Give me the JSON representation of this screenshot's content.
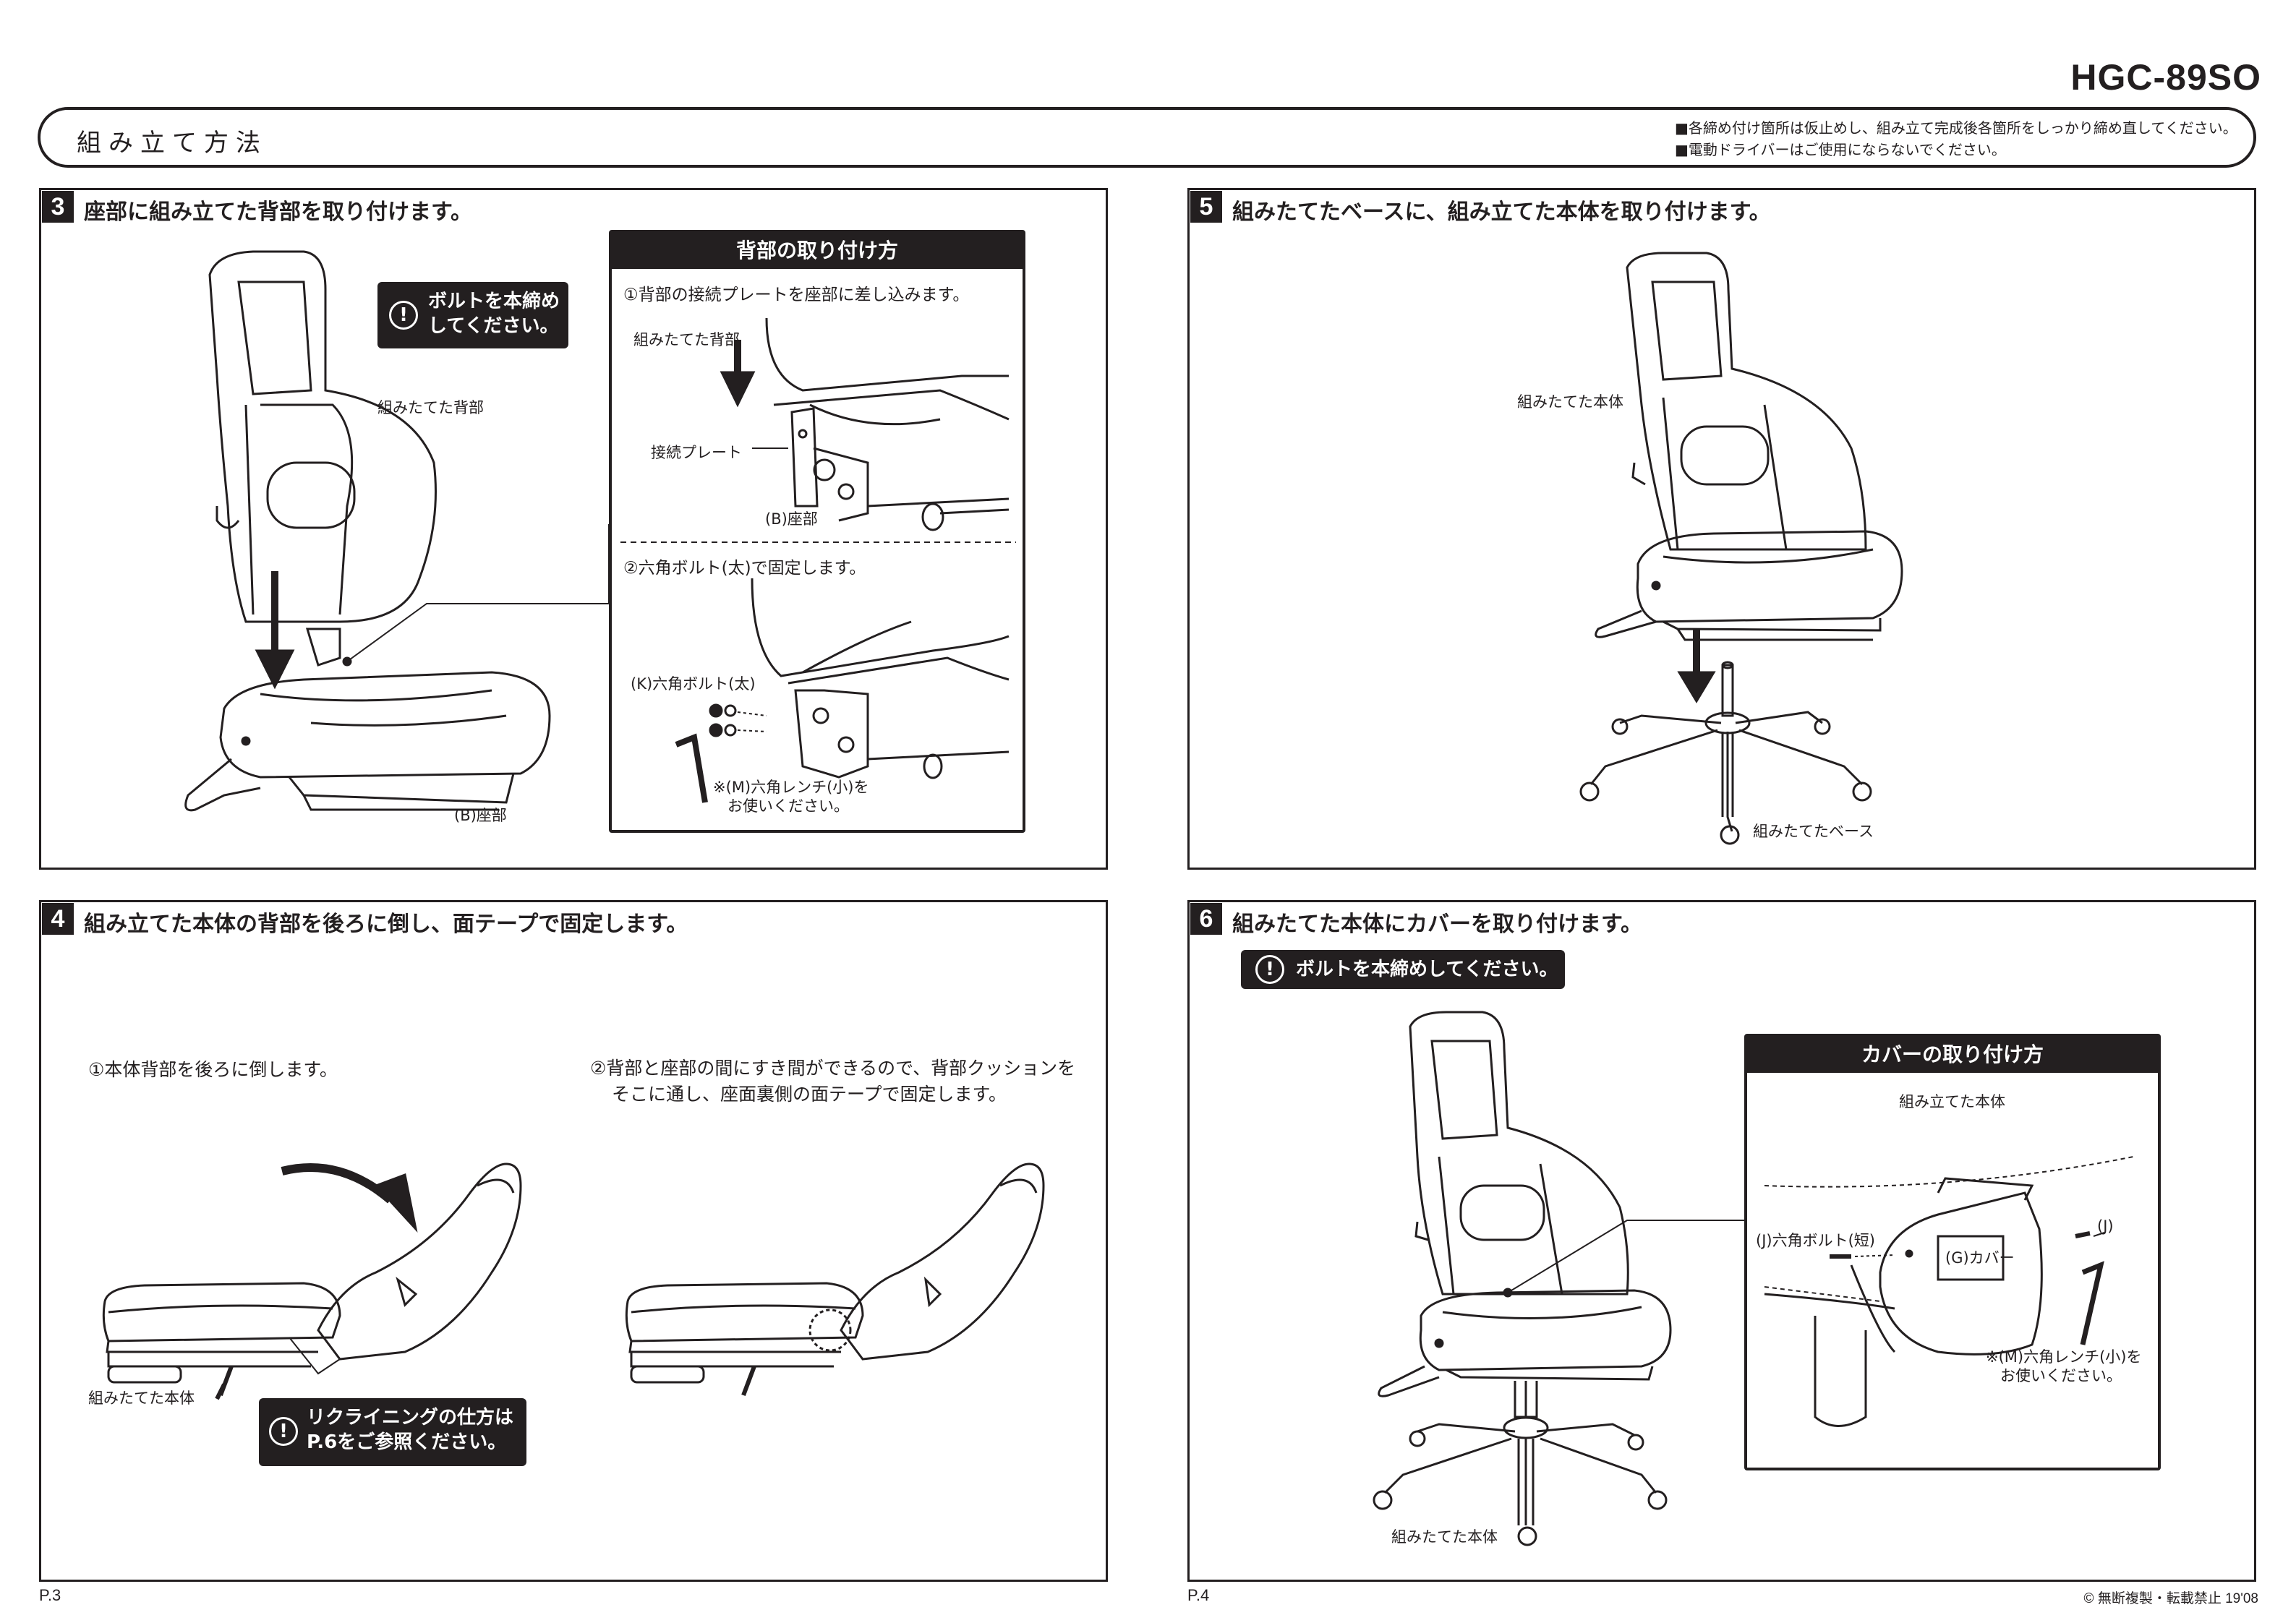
{
  "header": {
    "model": "HGC-89SO",
    "title": "組み立て方法",
    "notes": [
      "■各締め付け箇所は仮止めし、組み立て完成後各箇所をしっかり締め直してください。",
      "■電動ドライバーはご使用にならないでください。"
    ]
  },
  "step3": {
    "number": "3",
    "title": "座部に組み立てた背部を取り付けます。",
    "warning": [
      "ボルトを本締め",
      "してください。"
    ],
    "label_back": "組みたてた背部",
    "label_seat": "(B)座部",
    "inset": {
      "title": "背部の取り付け方",
      "sub1": "①背部の接続プレートを座部に差し込みます。",
      "label_back": "組みたてた背部",
      "label_plate": "接続プレート",
      "label_seat": "(B)座部",
      "sub2": "②六角ボルト(太)で固定します。",
      "label_bolt": "(K)六角ボルト(太)",
      "label_wrench": [
        "※(M)六角レンチ(小)を",
        "お使いください。"
      ]
    }
  },
  "step4": {
    "number": "4",
    "title": "組み立てた本体の背部を後ろに倒し、面テープで固定します。",
    "sub1": "①本体背部を後ろに倒します。",
    "sub2": [
      "②背部と座部の間にすき間ができるので、背部クッションを",
      "そこに通し、座面裏側の面テープで固定します。"
    ],
    "label_body": "組みたてた本体",
    "warning": [
      "リクライニングの仕方は",
      "P.6をご参照ください。"
    ]
  },
  "step5": {
    "number": "5",
    "title": "組みたてたベースに、組み立てた本体を取り付けます。",
    "label_body": "組みたてた本体",
    "label_base": "組みたてたベース"
  },
  "step6": {
    "number": "6",
    "title": "組みたてた本体にカバーを取り付けます。",
    "warning": "ボルトを本締めしてください。",
    "label_body": "組みたてた本体",
    "inset": {
      "title": "カバーの取り付け方",
      "label_body": "組み立てた本体",
      "label_bolt": "(J)六角ボルト(短)",
      "label_j": "(J)",
      "label_cover": "(G)カバー",
      "label_wrench": [
        "※(M)六角レンチ(小)を",
        "お使いください。"
      ]
    }
  },
  "footer": {
    "page_left": "P.3",
    "page_right": "P.4",
    "copyright": "© 無断複製・転載禁止 19'08"
  }
}
